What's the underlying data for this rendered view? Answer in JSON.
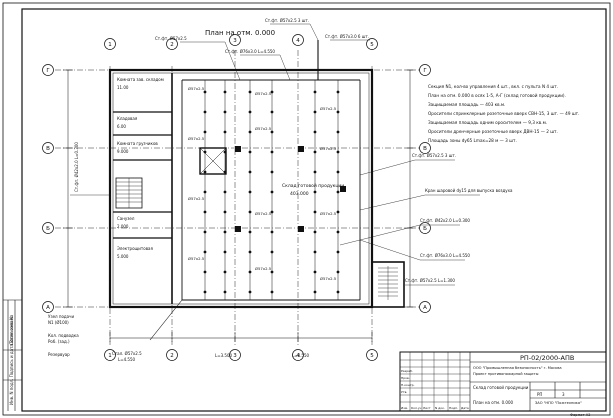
{
  "title": "План на отм. 0.000",
  "notes": [
    "Секция N1, кол-во управления 4 шт., вкл. с пульта N 4 шт.",
    "План на отм. 0.000 в осях 1-5, А-Г (склад готовой продукции).",
    "Защищаемая площадь — 403 кв.м.",
    "Оросители спринклерные розеточные вверх СВН-15, 3 шт. — 49 шт.",
    "Защищаемая площадь одним оросителем — 9,3 кв.м.",
    "Оросители дренчерные розеточные вверх ДВН-15 — 2 шт.",
    "Площадь зоны dy65 Lmax=28 м — 3 шт."
  ],
  "rooms": [
    {
      "key": "r1",
      "label": "Комната зав. складом",
      "area": "11.00"
    },
    {
      "key": "r2",
      "label": "Кладовая",
      "area": "6.00"
    },
    {
      "key": "r3",
      "label": "Комната грузчиков",
      "area": "9.000"
    },
    {
      "key": "r4",
      "label": "Санузел",
      "area": "2.000"
    },
    {
      "key": "r5",
      "label": "Электрощитовая",
      "area": "5.000"
    },
    {
      "key": "r6",
      "label": "Склад готовой продукции",
      "area": "403.000"
    }
  ],
  "col_axes": [
    "1",
    "2",
    "3",
    "4",
    "5"
  ],
  "row_axes": [
    "Г",
    "В",
    "Б",
    "А"
  ],
  "pipe_tags": [
    {
      "text": "Ст.фт. Ø57х2.5"
    },
    {
      "text": "Ст.фт. Ø57х2.5 3 шт."
    },
    {
      "text": "Ст.фт. Ø57х3.0 6 шт."
    },
    {
      "text": "Ст.фт. Ø76х3.0 L=4.550"
    },
    {
      "text": "Ст.фт. Ø42х2.0 L=0.300"
    },
    {
      "text": "Ст.фт. Ø57х2.5 3 шт."
    },
    {
      "text": "Ст.фт. Ø42х2.0 L=0.300"
    },
    {
      "text": "Кран шаровой dy15 для выпуска воздуха"
    },
    {
      "text": "Ст.фт. Ø76х3.0 L=4.550"
    },
    {
      "text": "Ст.фт. Ø57х2.5 L=1.300"
    }
  ],
  "floor_tags": [
    "Ø57х2.5",
    "Ø57х2.5",
    "Ø57х2.5",
    "Ø57х2.5",
    "Ø57х2.5",
    "Ø57х2.5",
    "Ø57х2.5",
    "Ø57х2.5",
    "Ø57х2.5",
    "Ø57х2.5",
    "Ø57х2.5",
    "Ø57х2.5"
  ],
  "legend_left": [
    "Узел подачи",
    "N1 (Ø100)",
    "Кол. подводка",
    "Pоб. (зад.)",
    "Резервуар"
  ],
  "bottom_tags": [
    "Стал. Ø57х2.5",
    "L=4.550",
    "L=3.500",
    "L=4.550"
  ],
  "side_strip": "Согласовано",
  "side_sig": "Инв. N подл.     Подпись и дата     Взам. инв. N",
  "stamp": {
    "code": "РП-02/2000-АПВ",
    "org": "ООО \"Промышленная безопасность\" г. Москва",
    "line2": "Проект противопожарной защиты",
    "project": "Склад готовой продукции",
    "sheet_name": "План на отм. 0.000",
    "designer_org": "ЗАО \"НПО \"Пожтехника\"",
    "stage": "РП",
    "sheet": "3",
    "sheets": "",
    "format": "Формат А3",
    "rows": [
      "Изм.",
      "Кол.уч",
      "Лист",
      "N док.",
      "Подп.",
      "Дата"
    ],
    "roles": [
      "Разраб.",
      "Пров.",
      "Н.контр.",
      "Утв."
    ]
  }
}
